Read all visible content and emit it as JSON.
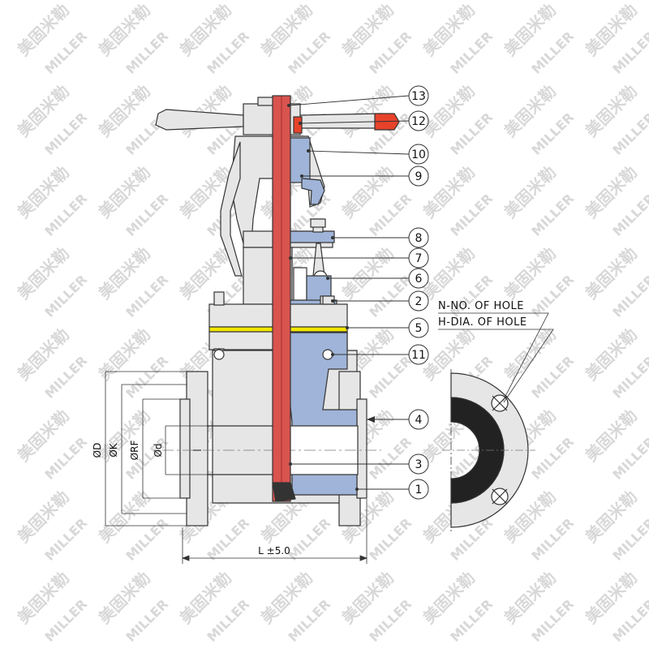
{
  "watermark": {
    "cn": "美固米勒",
    "en": "MILLER",
    "color": "#d8d8d8"
  },
  "colors": {
    "stem": "#d9534f",
    "lining": "#9fb4d8",
    "body": "#e6e6e6",
    "outline": "#333333",
    "handwheel_knob": "#e8422a",
    "seal": "#f2e600"
  },
  "callouts": [
    {
      "id": "13",
      "label": "13"
    },
    {
      "id": "12",
      "label": "12"
    },
    {
      "id": "10",
      "label": "10"
    },
    {
      "id": "9",
      "label": "9"
    },
    {
      "id": "8",
      "label": "8"
    },
    {
      "id": "7",
      "label": "7"
    },
    {
      "id": "6",
      "label": "6"
    },
    {
      "id": "2",
      "label": "2"
    },
    {
      "id": "5",
      "label": "5"
    },
    {
      "id": "11",
      "label": "11"
    },
    {
      "id": "4",
      "label": "4"
    },
    {
      "id": "3",
      "label": "3"
    },
    {
      "id": "1",
      "label": "1"
    }
  ],
  "dimensions": {
    "D": "ØD",
    "K": "ØK",
    "RF": "ØRF",
    "d": "Ød",
    "L": "L ±5.0"
  },
  "notes": {
    "n_holes": "N-NO. OF HOLE",
    "h_dia": "H-DIA. OF HOLE"
  }
}
